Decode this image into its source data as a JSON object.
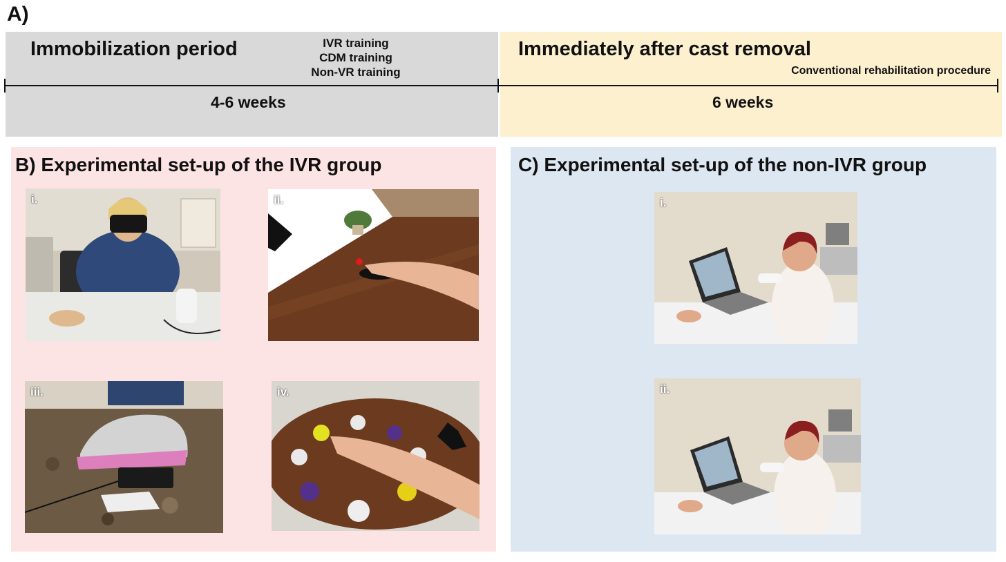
{
  "panel_a": {
    "label": "A)",
    "left_title": "Immobilization period",
    "training_items": [
      "IVR training",
      "CDM training",
      "Non-VR training"
    ],
    "left_duration": "4-6 weeks",
    "right_title": "Immediately after cast removal",
    "right_note": "Conventional rehabilitation procedure",
    "right_duration": "6 weeks"
  },
  "panel_b": {
    "title": "B) Experimental set-up of the IVR group",
    "photos": [
      "i.",
      "ii.",
      "iii.",
      "iv."
    ]
  },
  "panel_c": {
    "title": "C) Experimental set-up of the non-IVR group",
    "photos": [
      "i.",
      "ii."
    ]
  },
  "colors": {
    "immobilization_band": "#d9d9d9",
    "after_cast_band": "#fdf0cf",
    "ivr_panel": "#fde4e4",
    "non_ivr_panel": "#dde7f2"
  }
}
